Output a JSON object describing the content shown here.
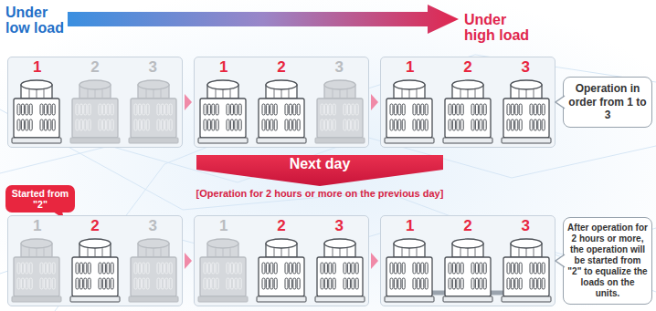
{
  "diagram": {
    "nodes": [
      {
        "text": [
          "1",
          "2",
          "3"
        ]
      },
      {
        "text": [
          "1",
          "2",
          "3"
        ]
      },
      {
        "text": [
          "1",
          "2",
          "3"
        ]
      },
      {
        "text": [
          "Operation in order from 1 to 3"
        ]
      },
      {
        "text": [
          "Next day",
          "[Operation for 2 hours or more on the previous day]"
        ]
      },
      {
        "text": [
          "Started from \"2\""
        ]
      },
      {
        "text": [
          "1",
          "2",
          "3"
        ]
      },
      {
        "text": [
          "1",
          "2",
          "3"
        ]
      },
      {
        "text": [
          "1",
          "2",
          "3"
        ]
      },
      {
        "text": [
          "After operation for 2 hours or more, the operation will be started from \"2\" to equalize the loads on the units."
        ]
      }
    ],
    "edges": [
      {
        "from": 0,
        "to": 1,
        "arrow": "to"
      },
      {
        "from": 1,
        "to": 2,
        "arrow": "to"
      },
      {
        "from": 6,
        "to": 7,
        "arrow": "to"
      },
      {
        "from": 7,
        "to": 8,
        "arrow": "to"
      }
    ],
    "labels": [
      "Under low load",
      "Under high load"
    ]
  }
}
